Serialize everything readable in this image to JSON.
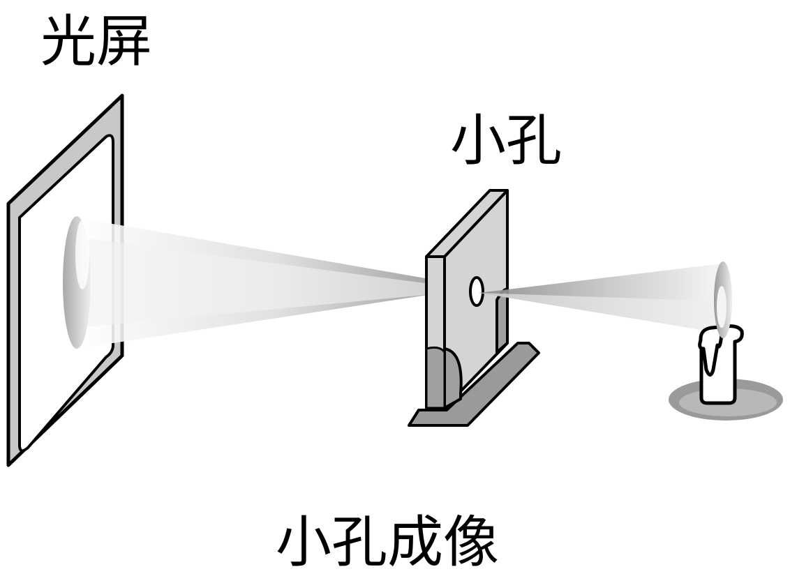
{
  "labels": {
    "screen": "光屏",
    "pinhole": "小孔",
    "caption": "小孔成像"
  },
  "colors": {
    "stroke": "#000000",
    "board": "#d4d4d4",
    "shadow": "#a0a0a0",
    "frame": "#c8c8c8"
  }
}
